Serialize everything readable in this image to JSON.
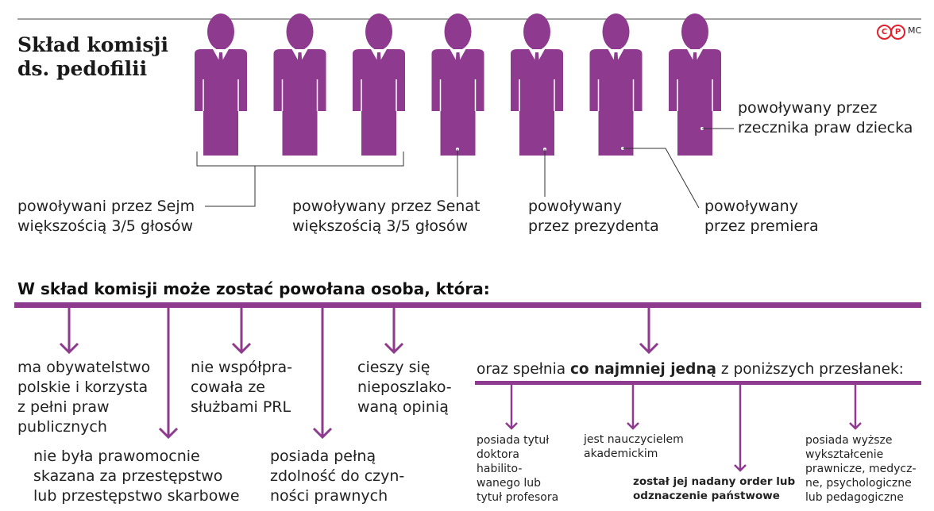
{
  "colors": {
    "person": "#8e3a8e",
    "line": "#8e3a8e",
    "connector": "#333333",
    "logo": "#e0202a"
  },
  "title_lines": [
    "Skład komisji",
    "ds. pedofilii"
  ],
  "logo": {
    "c": "C",
    "p": "P",
    "credit": "MC"
  },
  "people_count": 7,
  "appointments": {
    "sejm": [
      "powoływani przez Sejm",
      "większością 3/5 głosów"
    ],
    "senat": [
      "powoływany przez Senat",
      "większością 3/5 głosów"
    ],
    "prezydent": [
      "powoływany",
      "przez prezydenta"
    ],
    "premier": [
      "powoływany",
      "przez premiera"
    ],
    "rzecznik": [
      "powoływany przez",
      "rzecznika praw dziecka"
    ]
  },
  "requirements_title": "W skład komisji może zostać powołana osoba, która:",
  "requirements": {
    "obywatelstwo": [
      "ma obywatelstwo",
      "polskie i korzysta",
      "z pełni praw",
      "publicznych"
    ],
    "skazana": [
      "nie była prawomocnie",
      "skazana za przestępstwo",
      "lub przestępstwo skarbowe"
    ],
    "wspolpraca": [
      "nie współpra-",
      "cowała ze",
      "służbami PRL"
    ],
    "zdolnosc": [
      "posiada pełną",
      "zdolność do czyn-",
      "ności prawnych"
    ],
    "opinia": [
      "cieszy się",
      "nieposzlako-",
      "waną opinią"
    ]
  },
  "criteria_intro": {
    "before": "oraz spełnia ",
    "bold": "co najmniej jedną",
    "after": " z poniższych przesłanek:"
  },
  "criteria": {
    "doktor": [
      "posiada tytuł",
      "doktora",
      "habilito-",
      "wanego lub",
      "tytuł profesora"
    ],
    "nauczyciel": [
      "jest nauczycielem",
      "akademickim"
    ],
    "order": [
      "został jej nadany order lub",
      "odznaczenie państwowe"
    ],
    "wyksztalcenie": [
      "posiada wyższe",
      "wykształcenie",
      "prawnicze, medycz-",
      "ne, psychologiczne",
      "lub pedagogiczne"
    ]
  }
}
